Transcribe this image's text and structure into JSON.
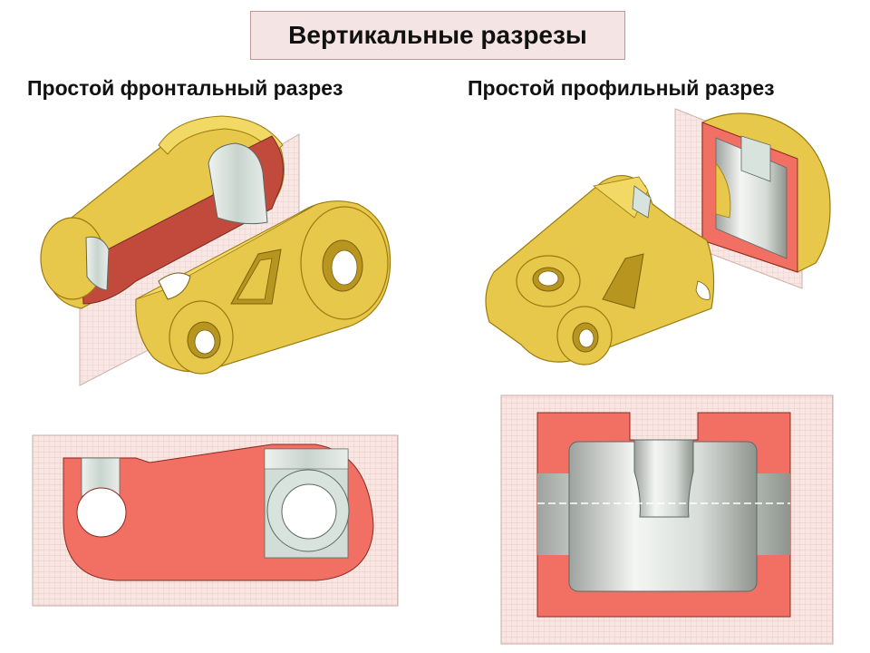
{
  "header": {
    "title": "Вертикальные разрезы"
  },
  "sections": {
    "frontal": {
      "label": "Простой фронтальный разрез"
    },
    "profile": {
      "label": "Простой профильный разрез"
    }
  },
  "colors": {
    "part_yellow": "#e8c84a",
    "part_dark": "#b8951e",
    "section_red": "#f26f63",
    "cut_face": "#c24a3c",
    "plane": "#f6e1de",
    "bore": "#c9dcd6"
  }
}
